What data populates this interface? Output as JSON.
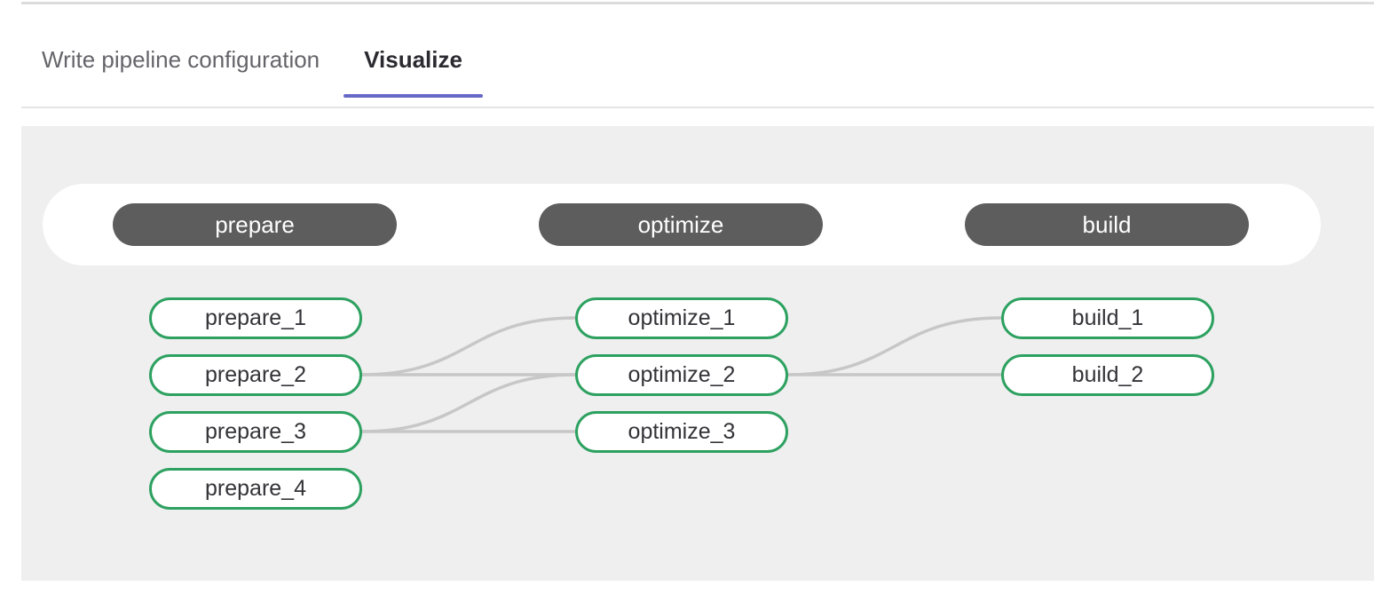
{
  "tabs": [
    {
      "label": "Write pipeline configuration",
      "active": false
    },
    {
      "label": "Visualize",
      "active": true
    }
  ],
  "pipeline": {
    "stages": [
      {
        "name": "prepare",
        "jobs": [
          "prepare_1",
          "prepare_2",
          "prepare_3",
          "prepare_4"
        ]
      },
      {
        "name": "optimize",
        "jobs": [
          "optimize_1",
          "optimize_2",
          "optimize_3"
        ]
      },
      {
        "name": "build",
        "jobs": [
          "build_1",
          "build_2"
        ]
      }
    ],
    "edges": [
      {
        "from": "prepare_2",
        "to": "optimize_1"
      },
      {
        "from": "prepare_2",
        "to": "optimize_2"
      },
      {
        "from": "prepare_3",
        "to": "optimize_2"
      },
      {
        "from": "prepare_3",
        "to": "optimize_3"
      },
      {
        "from": "optimize_2",
        "to": "build_1"
      },
      {
        "from": "optimize_2",
        "to": "build_2"
      }
    ]
  },
  "colors": {
    "accent_purple": "#6868c8",
    "job_border_green": "#2da160",
    "stage_pill_gray": "#5d5d5d",
    "panel_background": "#efeff0",
    "edge_gray": "#c7c7c7",
    "top_hairline": "#dcdcdc",
    "tabbar_border": "#e4e4e6",
    "tab_inactive_text": "#65646a",
    "tab_active_text": "#2b2a30",
    "job_text": "#333338"
  }
}
